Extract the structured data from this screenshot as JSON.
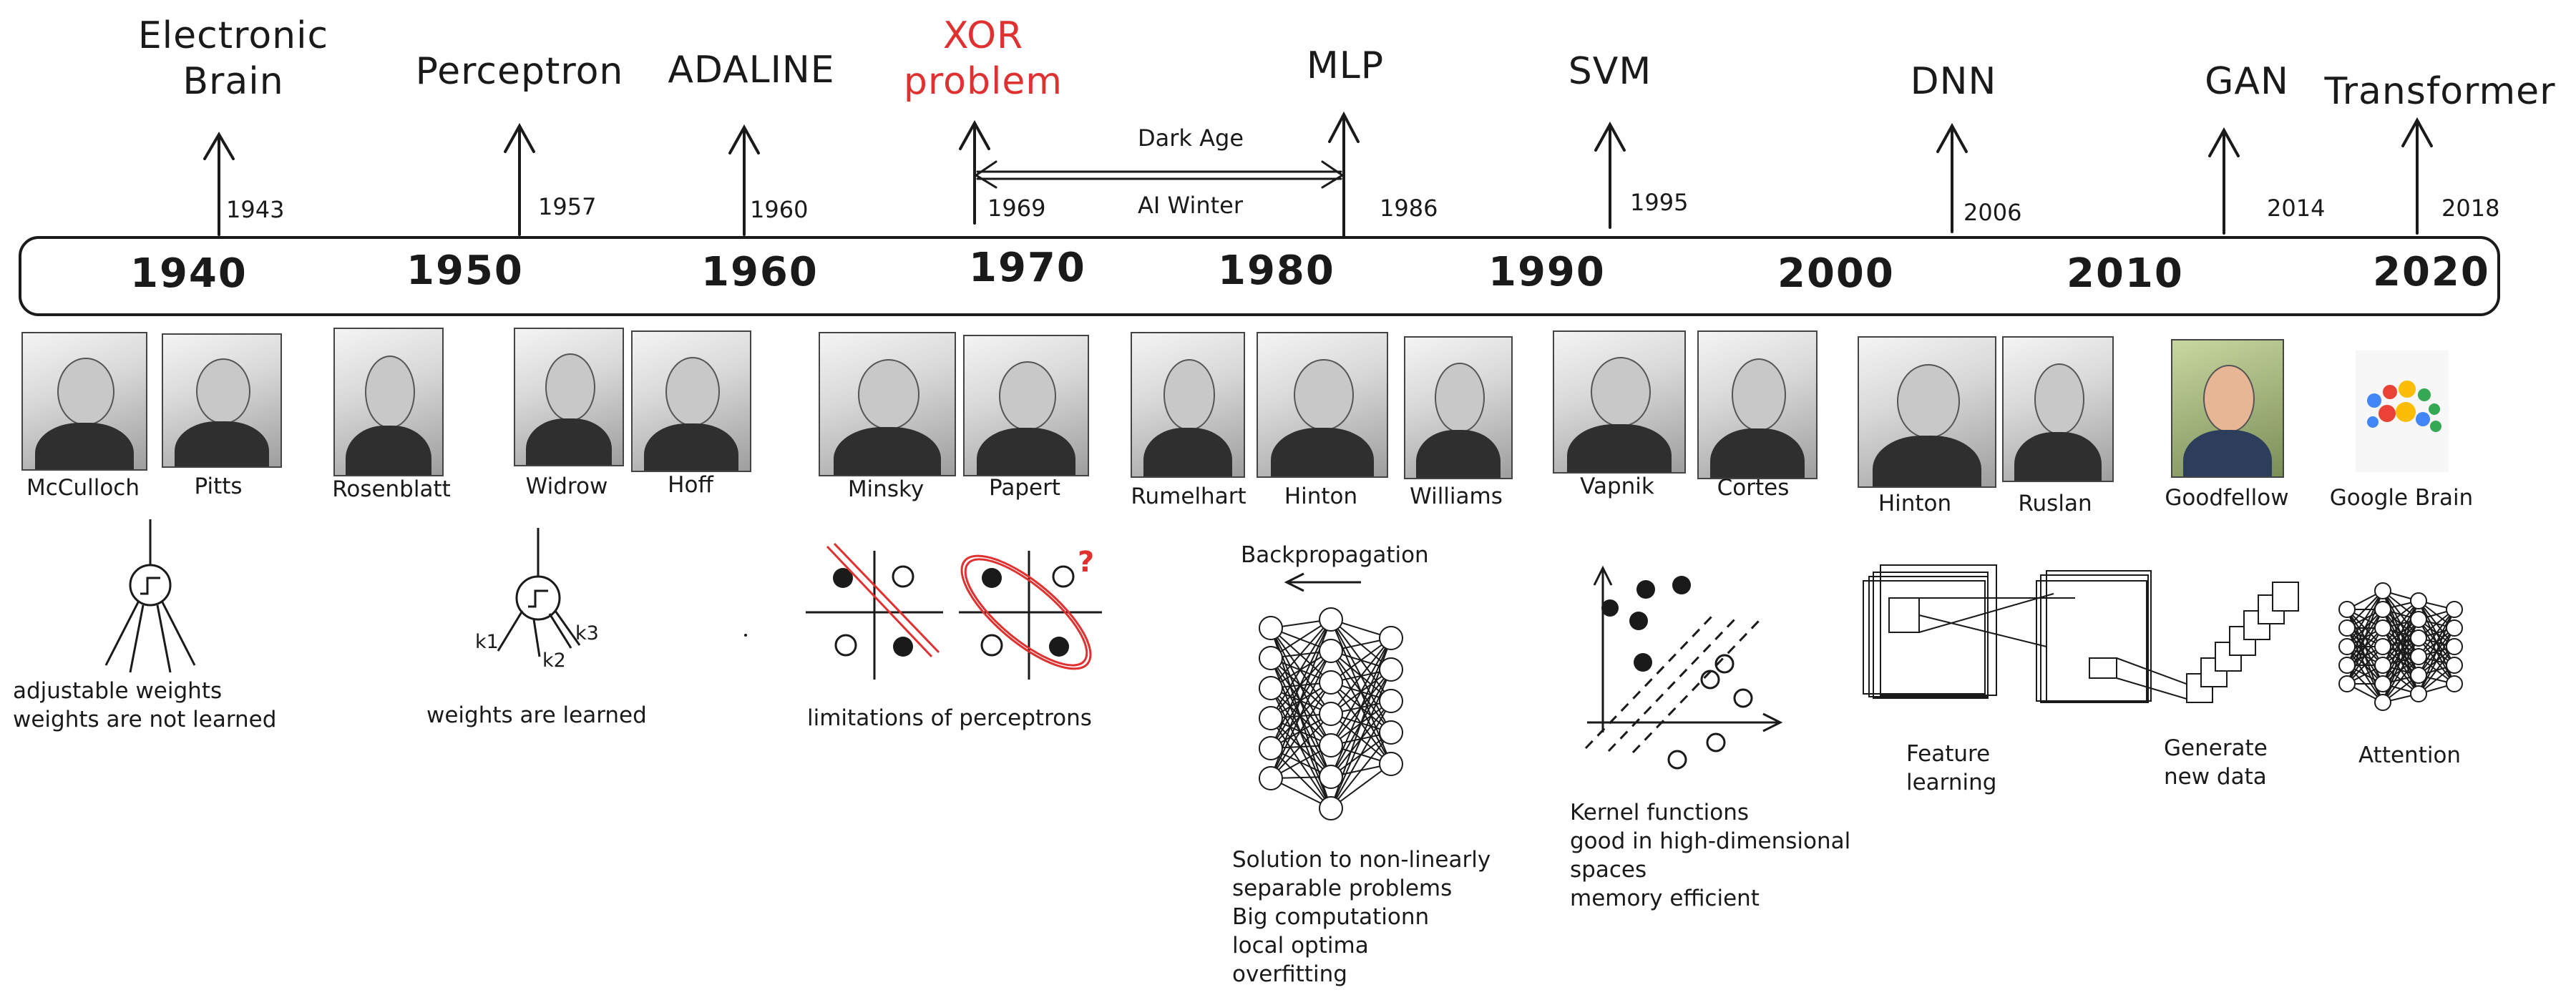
{
  "milestones": [
    {
      "id": "electronic-brain",
      "label": "Electronic\nBrain",
      "year": "1943",
      "highlight": false
    },
    {
      "id": "perceptron",
      "label": "Perceptron",
      "year": "1957",
      "highlight": false
    },
    {
      "id": "adaline",
      "label": "ADALINE",
      "year": "1960",
      "highlight": false
    },
    {
      "id": "xor-problem",
      "label": "XOR\nproblem",
      "year": "1969",
      "highlight": true
    },
    {
      "id": "mlp",
      "label": "MLP",
      "year": "1986",
      "highlight": false
    },
    {
      "id": "svm",
      "label": "SVM",
      "year": "1995",
      "highlight": false
    },
    {
      "id": "dnn",
      "label": "DNN",
      "year": "2006",
      "highlight": false
    },
    {
      "id": "gan",
      "label": "GAN",
      "year": "2014",
      "highlight": false
    },
    {
      "id": "transformer",
      "label": "Transformer",
      "year": "2018",
      "highlight": false
    }
  ],
  "dark_age": {
    "top": "Dark Age",
    "bottom": "AI Winter"
  },
  "decades": [
    "1940",
    "1950",
    "1960",
    "1970",
    "1980",
    "1990",
    "2000",
    "2010",
    "2020"
  ],
  "people": [
    "McCulloch",
    "Pitts",
    "Rosenblatt",
    "Widrow",
    "Hoff",
    "Minsky",
    "Papert",
    "Rumelhart",
    "Hinton",
    "Williams",
    "Vapnik",
    "Cortes",
    "Hinton",
    "Ruslan",
    "Goodfellow",
    "Google Brain"
  ],
  "notes": {
    "electronic_brain": "adjustable weights\nweights are not learned",
    "adaline": "weights are learned",
    "adaline_weights": [
      "k1",
      "k2",
      "k3"
    ],
    "xor": "limitations of perceptrons",
    "xor_question": "?",
    "backprop_title": "Backpropagation",
    "mlp": "Solution to non-linearly\nseparable problems\nBig computationn\nlocal optima\noverfitting",
    "svm": "Kernel functions\ngood in high-dimensional\nspaces\nmemory efficient",
    "dnn": "Feature\nlearning",
    "gan": "Generate\nnew data",
    "transformer": "Attention"
  },
  "colors": {
    "ink": "#1a1a1a",
    "highlight": "#e03131",
    "logo": [
      "#4285f4",
      "#ea4335",
      "#fbbc05",
      "#34a853"
    ]
  }
}
